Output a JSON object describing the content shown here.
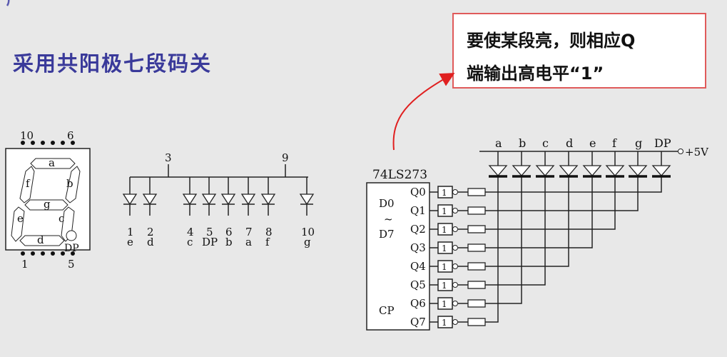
{
  "title": "采用共阳极七段码关",
  "callout": {
    "line1": "要使某段亮，则相应Q",
    "line2": "端输出高电平“1”"
  },
  "seven_segment": {
    "segments": [
      "a",
      "b",
      "c",
      "d",
      "e",
      "f",
      "g"
    ],
    "dp_label": "DP",
    "top_pins": [
      "10",
      "6"
    ],
    "bottom_pins": [
      "1",
      "5"
    ]
  },
  "pin_diagram": {
    "common_pins": [
      "3",
      "9"
    ],
    "pins": [
      {
        "num": "1",
        "seg": "e"
      },
      {
        "num": "2",
        "seg": "d"
      },
      {
        "num": "4",
        "seg": "c"
      },
      {
        "num": "5",
        "seg": "DP"
      },
      {
        "num": "6",
        "seg": "b"
      },
      {
        "num": "7",
        "seg": "a"
      },
      {
        "num": "8",
        "seg": "f"
      },
      {
        "num": "10",
        "seg": "g"
      }
    ]
  },
  "latch": {
    "chip_name": "74LS273",
    "inputs_top": "D0",
    "inputs_tilde": "~",
    "inputs_bottom": "D7",
    "clock": "CP",
    "outputs": [
      "Q0",
      "Q1",
      "Q2",
      "Q3",
      "Q4",
      "Q5",
      "Q6",
      "Q7"
    ],
    "buffer_label": "1",
    "led_labels": [
      "a",
      "b",
      "c",
      "d",
      "e",
      "f",
      "g",
      "DP"
    ],
    "supply": "+5V"
  }
}
